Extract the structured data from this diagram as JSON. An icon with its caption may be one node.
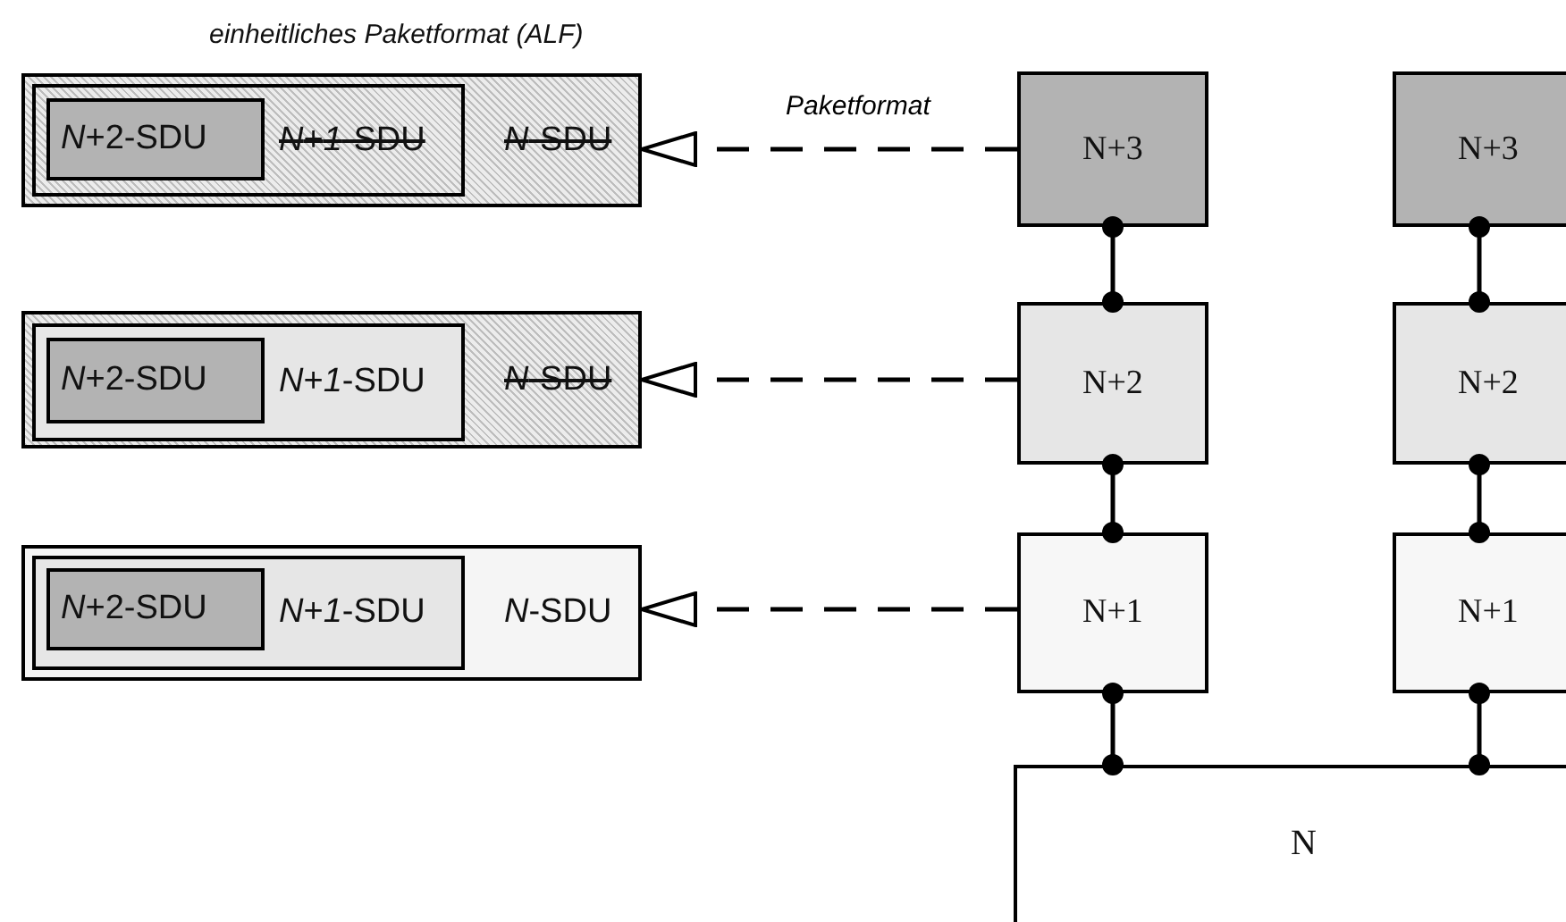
{
  "diagram": {
    "nodes": [
      {
        "text": [
          "einheitliches Paketformat (ALF)",
          "*N*-SDU"
        ]
      },
      {
        "text": [
          "*N*+*1*-SDU"
        ],
        "in": 0
      },
      {
        "text": [
          "*N*+2-SDU"
        ],
        "in": 1
      },
      {
        "text": [
          "*N*-SDU"
        ]
      },
      {
        "text": [
          "*N*+*1*-SDU"
        ],
        "in": 3
      },
      {
        "text": [
          "*N*+2-SDU"
        ],
        "in": 4
      },
      {
        "text": [
          "*N*-SDU"
        ]
      },
      {
        "text": [
          "*N*+*1*-SDU"
        ],
        "in": 6
      },
      {
        "text": [
          "*N*+2-SDU"
        ],
        "in": 7
      },
      {
        "text": [
          "N+3"
        ]
      },
      {
        "text": [
          "N+3"
        ]
      },
      {
        "text": [
          "N+2"
        ]
      },
      {
        "text": [
          "N+2"
        ]
      },
      {
        "text": [
          "N+1"
        ]
      },
      {
        "text": [
          "N+1"
        ]
      },
      {
        "text": [
          "N"
        ]
      }
    ],
    "edges": [
      {
        "from": 9,
        "to": 0,
        "arrow": "to",
        "style": "dashed",
        "label": "Paketformat"
      },
      {
        "from": 11,
        "to": 3,
        "arrow": "to",
        "style": "dashed"
      },
      {
        "from": 13,
        "to": 6,
        "arrow": "to",
        "style": "dashed"
      },
      {
        "from": 9,
        "to": 11,
        "arrow": "other"
      },
      {
        "from": 10,
        "to": 12,
        "arrow": "other"
      },
      {
        "from": 11,
        "to": 13,
        "arrow": "other"
      },
      {
        "from": 12,
        "to": 14,
        "arrow": "other"
      },
      {
        "from": 13,
        "to": 15,
        "arrow": "other"
      },
      {
        "from": 14,
        "to": 15,
        "arrow": "other"
      }
    ]
  }
}
